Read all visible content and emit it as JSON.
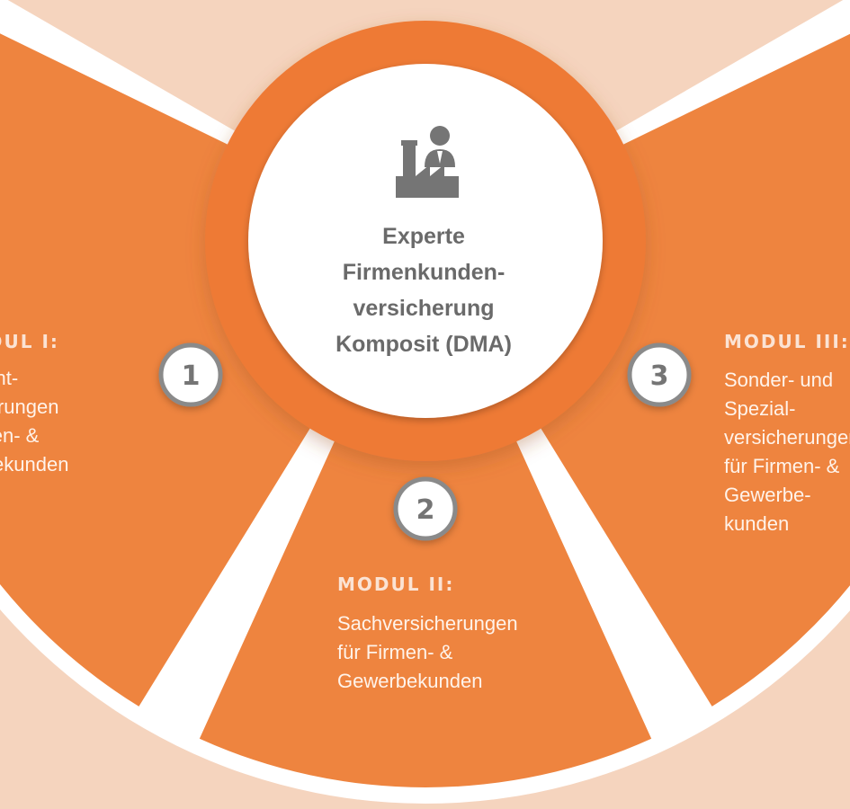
{
  "center": {
    "icon": "factory-businessman-icon",
    "lines": [
      "Experte",
      "Firmenkunden-",
      "versicherung",
      "Komposit (DMA)"
    ]
  },
  "modules": [
    {
      "number": "1",
      "title": "MODUL I:",
      "body": [
        "Haftpflicht-",
        "versicherungen",
        "für Firmen- &",
        "Gewerbekunden"
      ]
    },
    {
      "number": "2",
      "title": "MODUL II:",
      "body": [
        "Sachversicherungen",
        "für Firmen- &",
        "Gewerbekunden"
      ]
    },
    {
      "number": "3",
      "title": "MODUL III:",
      "body": [
        "Sonder- und",
        "Spezial-",
        "versicherungen",
        "für Firmen- &",
        "Gewerbe-",
        "kunden"
      ]
    }
  ],
  "colors": {
    "background": "#f5d4be",
    "segment": "#ee843f",
    "ring": "#ee7a35",
    "white": "#ffffff",
    "text_grey": "#6a6a6a",
    "badge_border": "#8a8a8a"
  }
}
